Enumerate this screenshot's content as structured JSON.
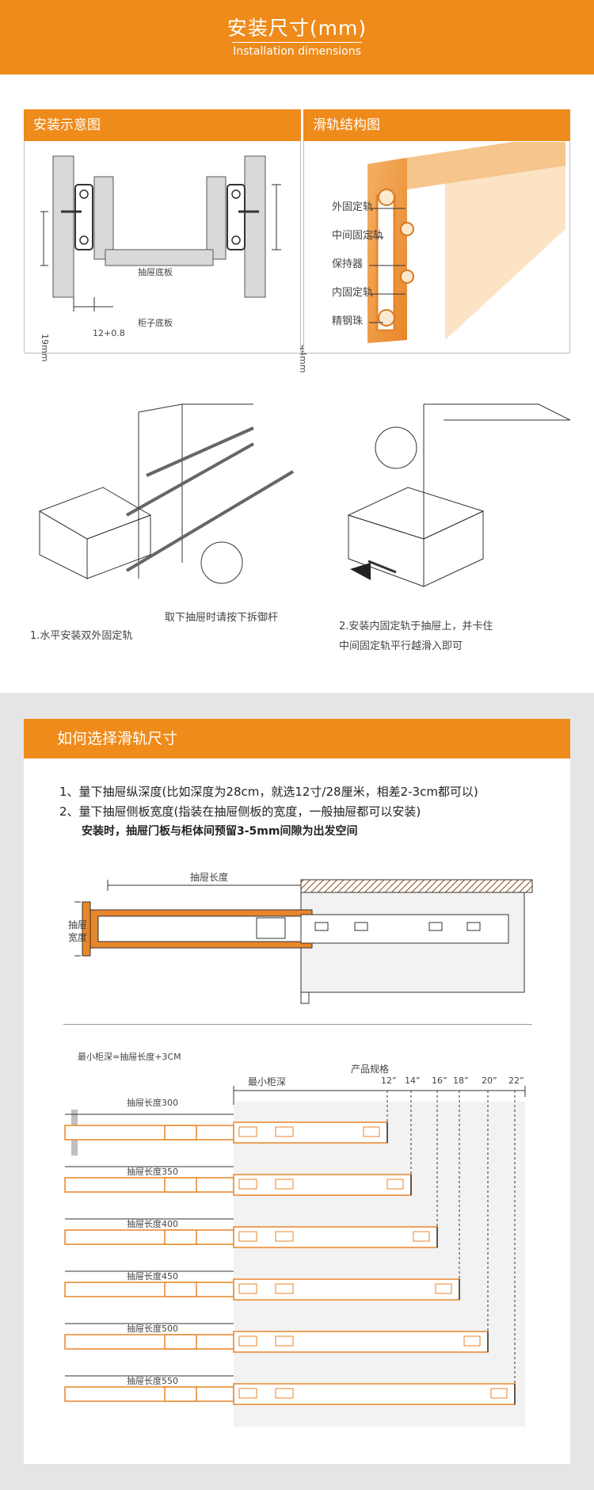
{
  "header": {
    "title": "安装尺寸(mm)",
    "subtitle": "Installation dimensions"
  },
  "install_panel": {
    "title": "安装示意图",
    "labels": {
      "drawer_bottom": "抽屉底板",
      "cabinet_bottom": "柜子底板",
      "dim_height": "19mm",
      "dim_rail": "44mm",
      "dim_gap": "12+0.8"
    }
  },
  "structure_panel": {
    "title": "滑轨结构图",
    "parts": [
      "外固定轨",
      "中间固定轨",
      "保持器",
      "内固定轨",
      "精钢珠"
    ]
  },
  "steps": {
    "step1": "1.水平安装双外固定轨",
    "note": "取下抽屉时请按下拆御杆",
    "step2_line1": "2.安装内固定轨于抽屉上，并卡住",
    "step2_line2": "中间固定轨平行越滑入即可"
  },
  "choose": {
    "title": "如何选择滑轨尺寸",
    "rule1": "1、量下抽屉纵深度(比如深度为28cm，就选12寸/28厘米，相差2-3cm都可以)",
    "rule2": "2、量下抽屉侧板宽度(指装在抽屉侧板的宽度，一般抽屉都可以安装)",
    "rule3": "安装时，抽屉门板与柜体间预留3-5mm间隙为出发空间",
    "drawer_length": "抽屉长度",
    "drawer_width_1": "抽屉",
    "drawer_width_2": "宽度"
  },
  "size_chart": {
    "formula": "最小柜深=抽屉长度+3CM",
    "spec_label": "产品规格",
    "min_depth_label": "最小柜深",
    "specs": [
      "12”",
      "14”",
      "16”",
      "18”",
      "20”",
      "22”"
    ],
    "rows": [
      "抽屉长度300",
      "抽屉长度350",
      "抽屉长度400",
      "抽屉长度450",
      "抽屉长度500",
      "抽屉长度550"
    ]
  },
  "colors": {
    "accent": "#ee8b1b",
    "rail_orange": "#e8862a",
    "panel_gray": "#e5e5e5"
  }
}
